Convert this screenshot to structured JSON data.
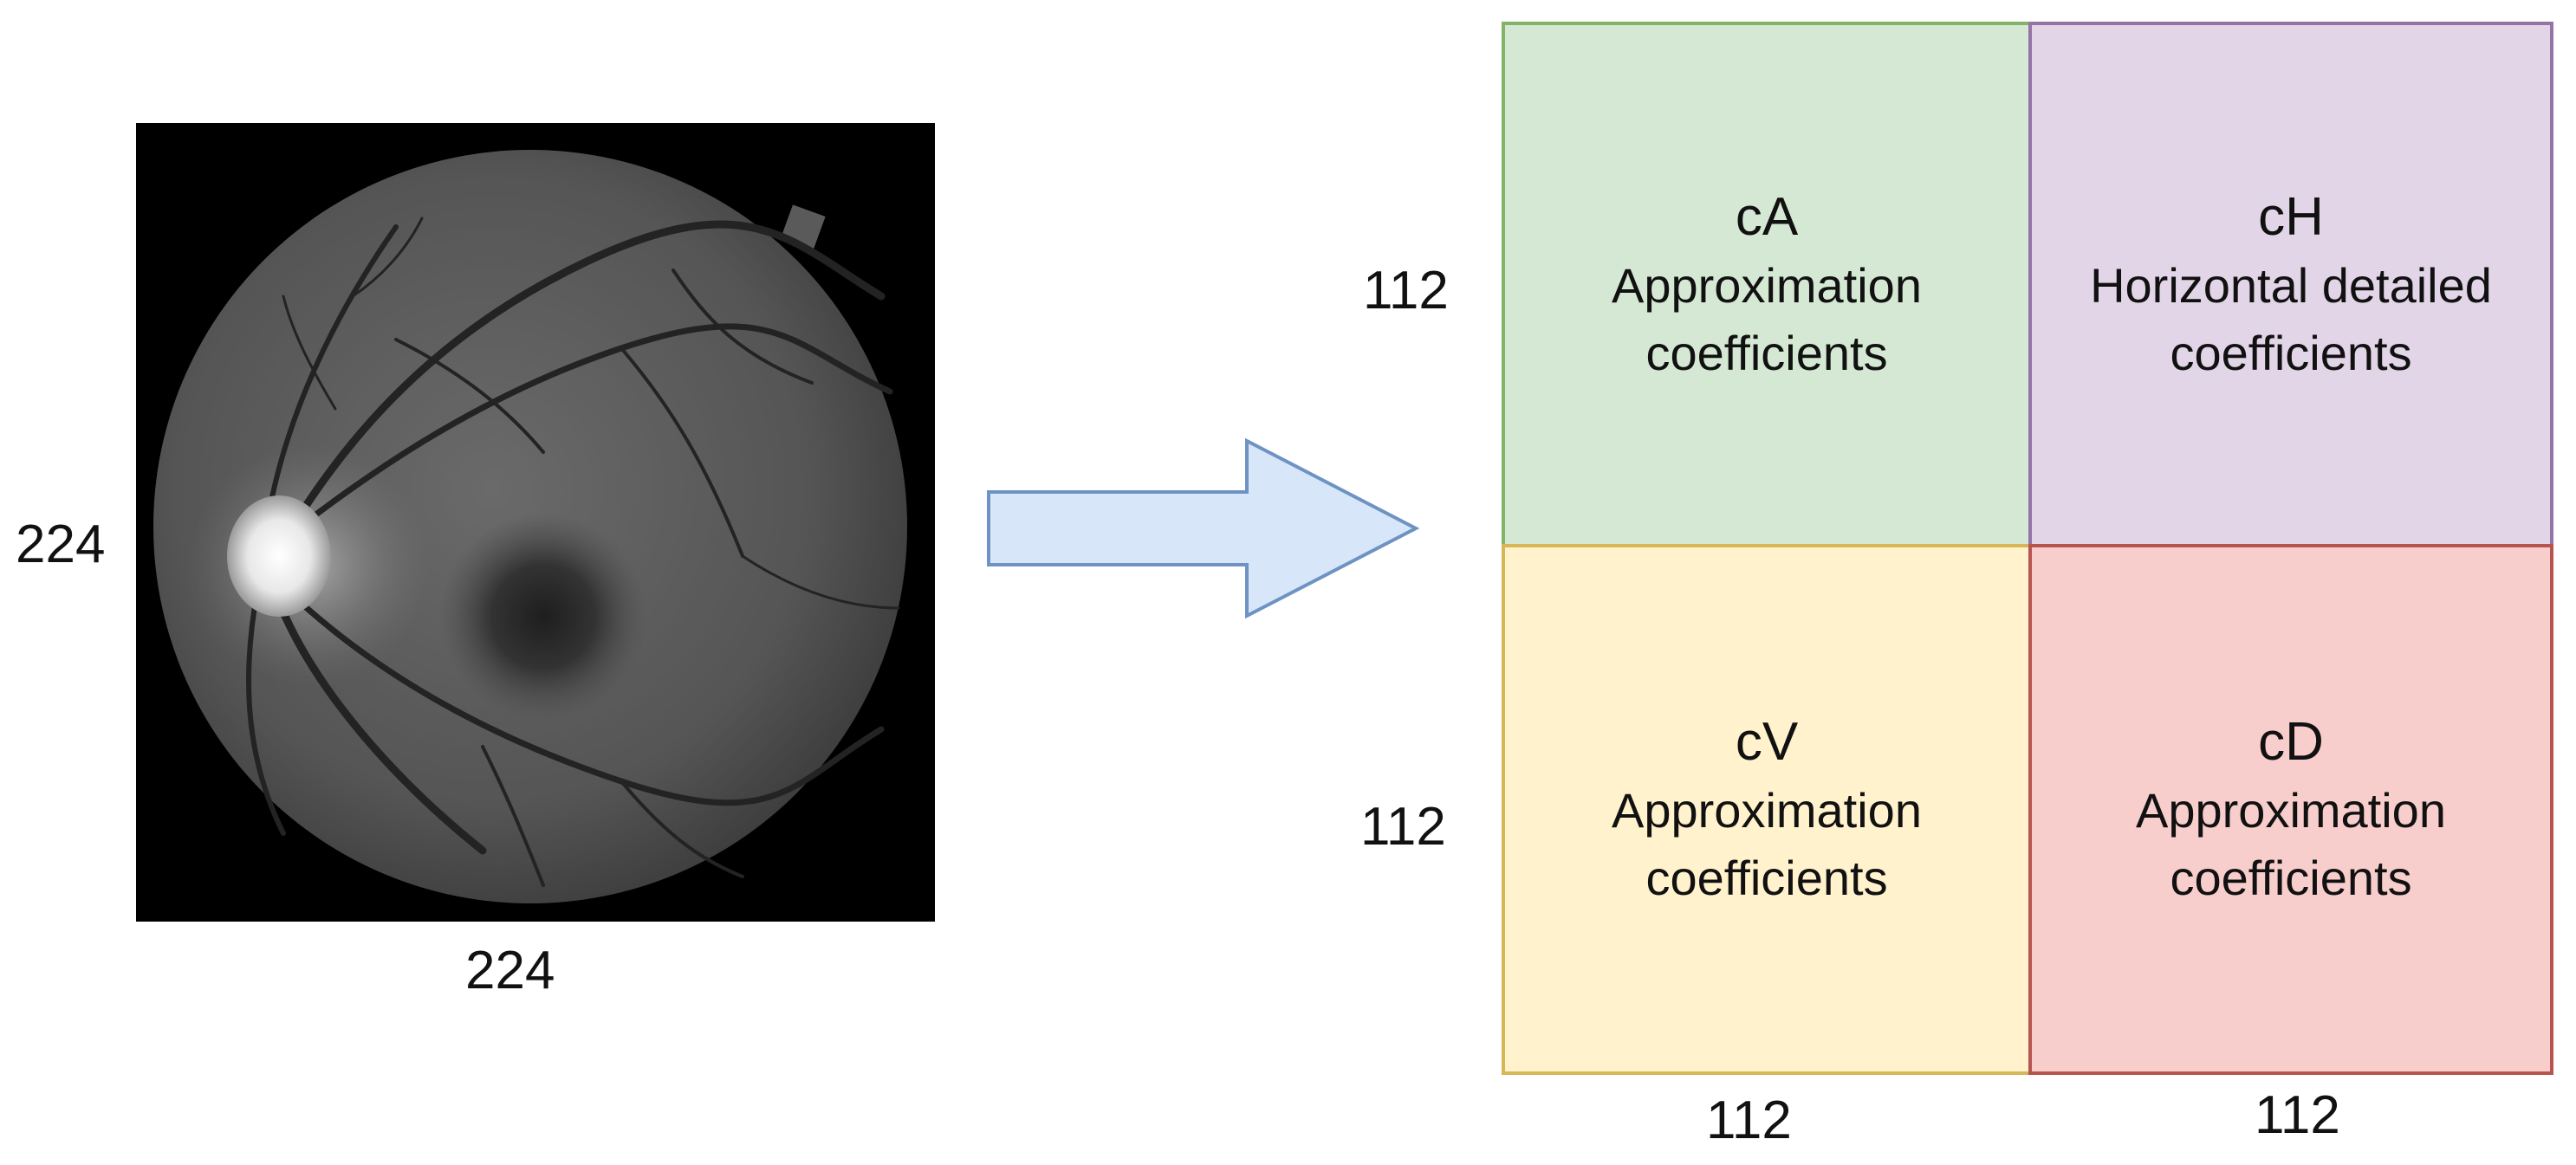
{
  "input_image": {
    "height_label": "224",
    "width_label": "224"
  },
  "arrow": {
    "color": "#d7e7f9",
    "stroke": "#6e93c3"
  },
  "output": {
    "row_labels": [
      "112",
      "112"
    ],
    "col_labels": [
      "112",
      "112"
    ],
    "quadrants": [
      {
        "code": "cA",
        "line1": "Approximation",
        "line2": "coefficients",
        "fill": "#d5e8d4",
        "border": "#82b366"
      },
      {
        "code": "cH",
        "line1": "Horizontal detailed",
        "line2": "coefficients",
        "fill": "#e1d5e7",
        "border": "#9673a6"
      },
      {
        "code": "cV",
        "line1": "Approximation",
        "line2": "coefficients",
        "fill": "#fff2cc",
        "border": "#d6b656"
      },
      {
        "code": "cD",
        "line1": "Approximation",
        "line2": "coefficients",
        "fill": "#f8cecc",
        "border": "#b85450"
      }
    ]
  }
}
